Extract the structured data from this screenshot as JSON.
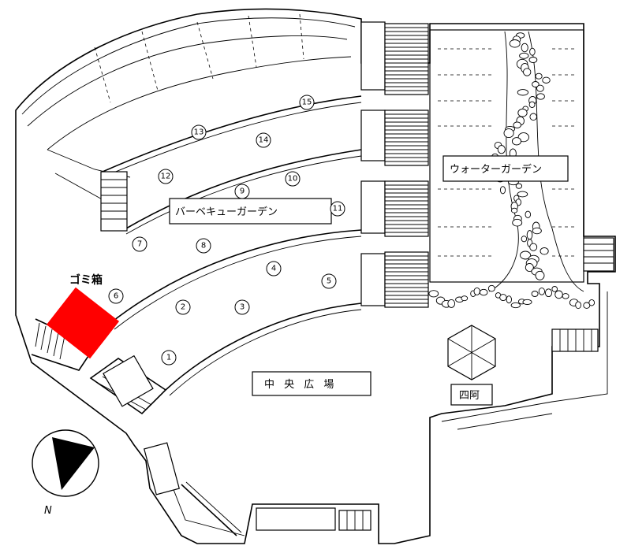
{
  "labels": {
    "bbq_garden": "バーベキューガーデン",
    "water_garden": "ウォーターガーデン",
    "central_plaza": "中 央 広 場",
    "gazebo": "四阿",
    "trash": "ゴミ箱",
    "north": "N"
  },
  "numbers": [
    "1",
    "2",
    "3",
    "4",
    "5",
    "6",
    "7",
    "8",
    "9",
    "10",
    "11",
    "12",
    "13",
    "14",
    "15"
  ],
  "colors": {
    "trash_marker": "#ff0000",
    "ink": "#000000"
  },
  "icons": {
    "north_arrow": "north-arrow-icon",
    "gazebo": "gazebo-icon"
  }
}
